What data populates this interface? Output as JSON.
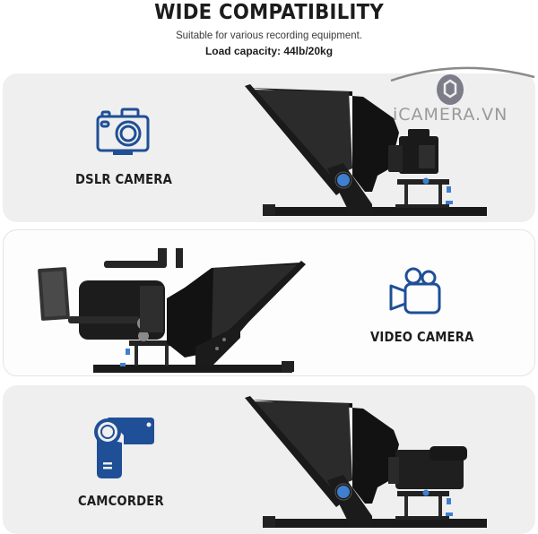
{
  "header": {
    "title": "WIDE COMPATIBILITY",
    "subtitle": "Suitable for various recording equipment.",
    "load_capacity": "Load capacity: 44lb/20kg"
  },
  "watermark": {
    "text": "iCAMERA.VN",
    "icon": "camera-aperture-logo"
  },
  "sections": [
    {
      "label": "DSLR CAMERA",
      "icon": "dslr-camera-icon",
      "image": "teleprompter-with-dslr-camera",
      "background": "#efefef"
    },
    {
      "label": "VIDEO CAMERA",
      "icon": "video-camera-icon",
      "image": "teleprompter-with-cinema-video-camera",
      "background": "#fdfdfd"
    },
    {
      "label": "CAMCORDER",
      "icon": "camcorder-icon",
      "image": "teleprompter-with-camcorder",
      "background": "#efefef"
    }
  ],
  "colors": {
    "accent_blue": "#1f4f96",
    "title_text": "#1c1c1c",
    "panel_gray": "#efefef",
    "knob_blue": "#3f7fd0"
  }
}
